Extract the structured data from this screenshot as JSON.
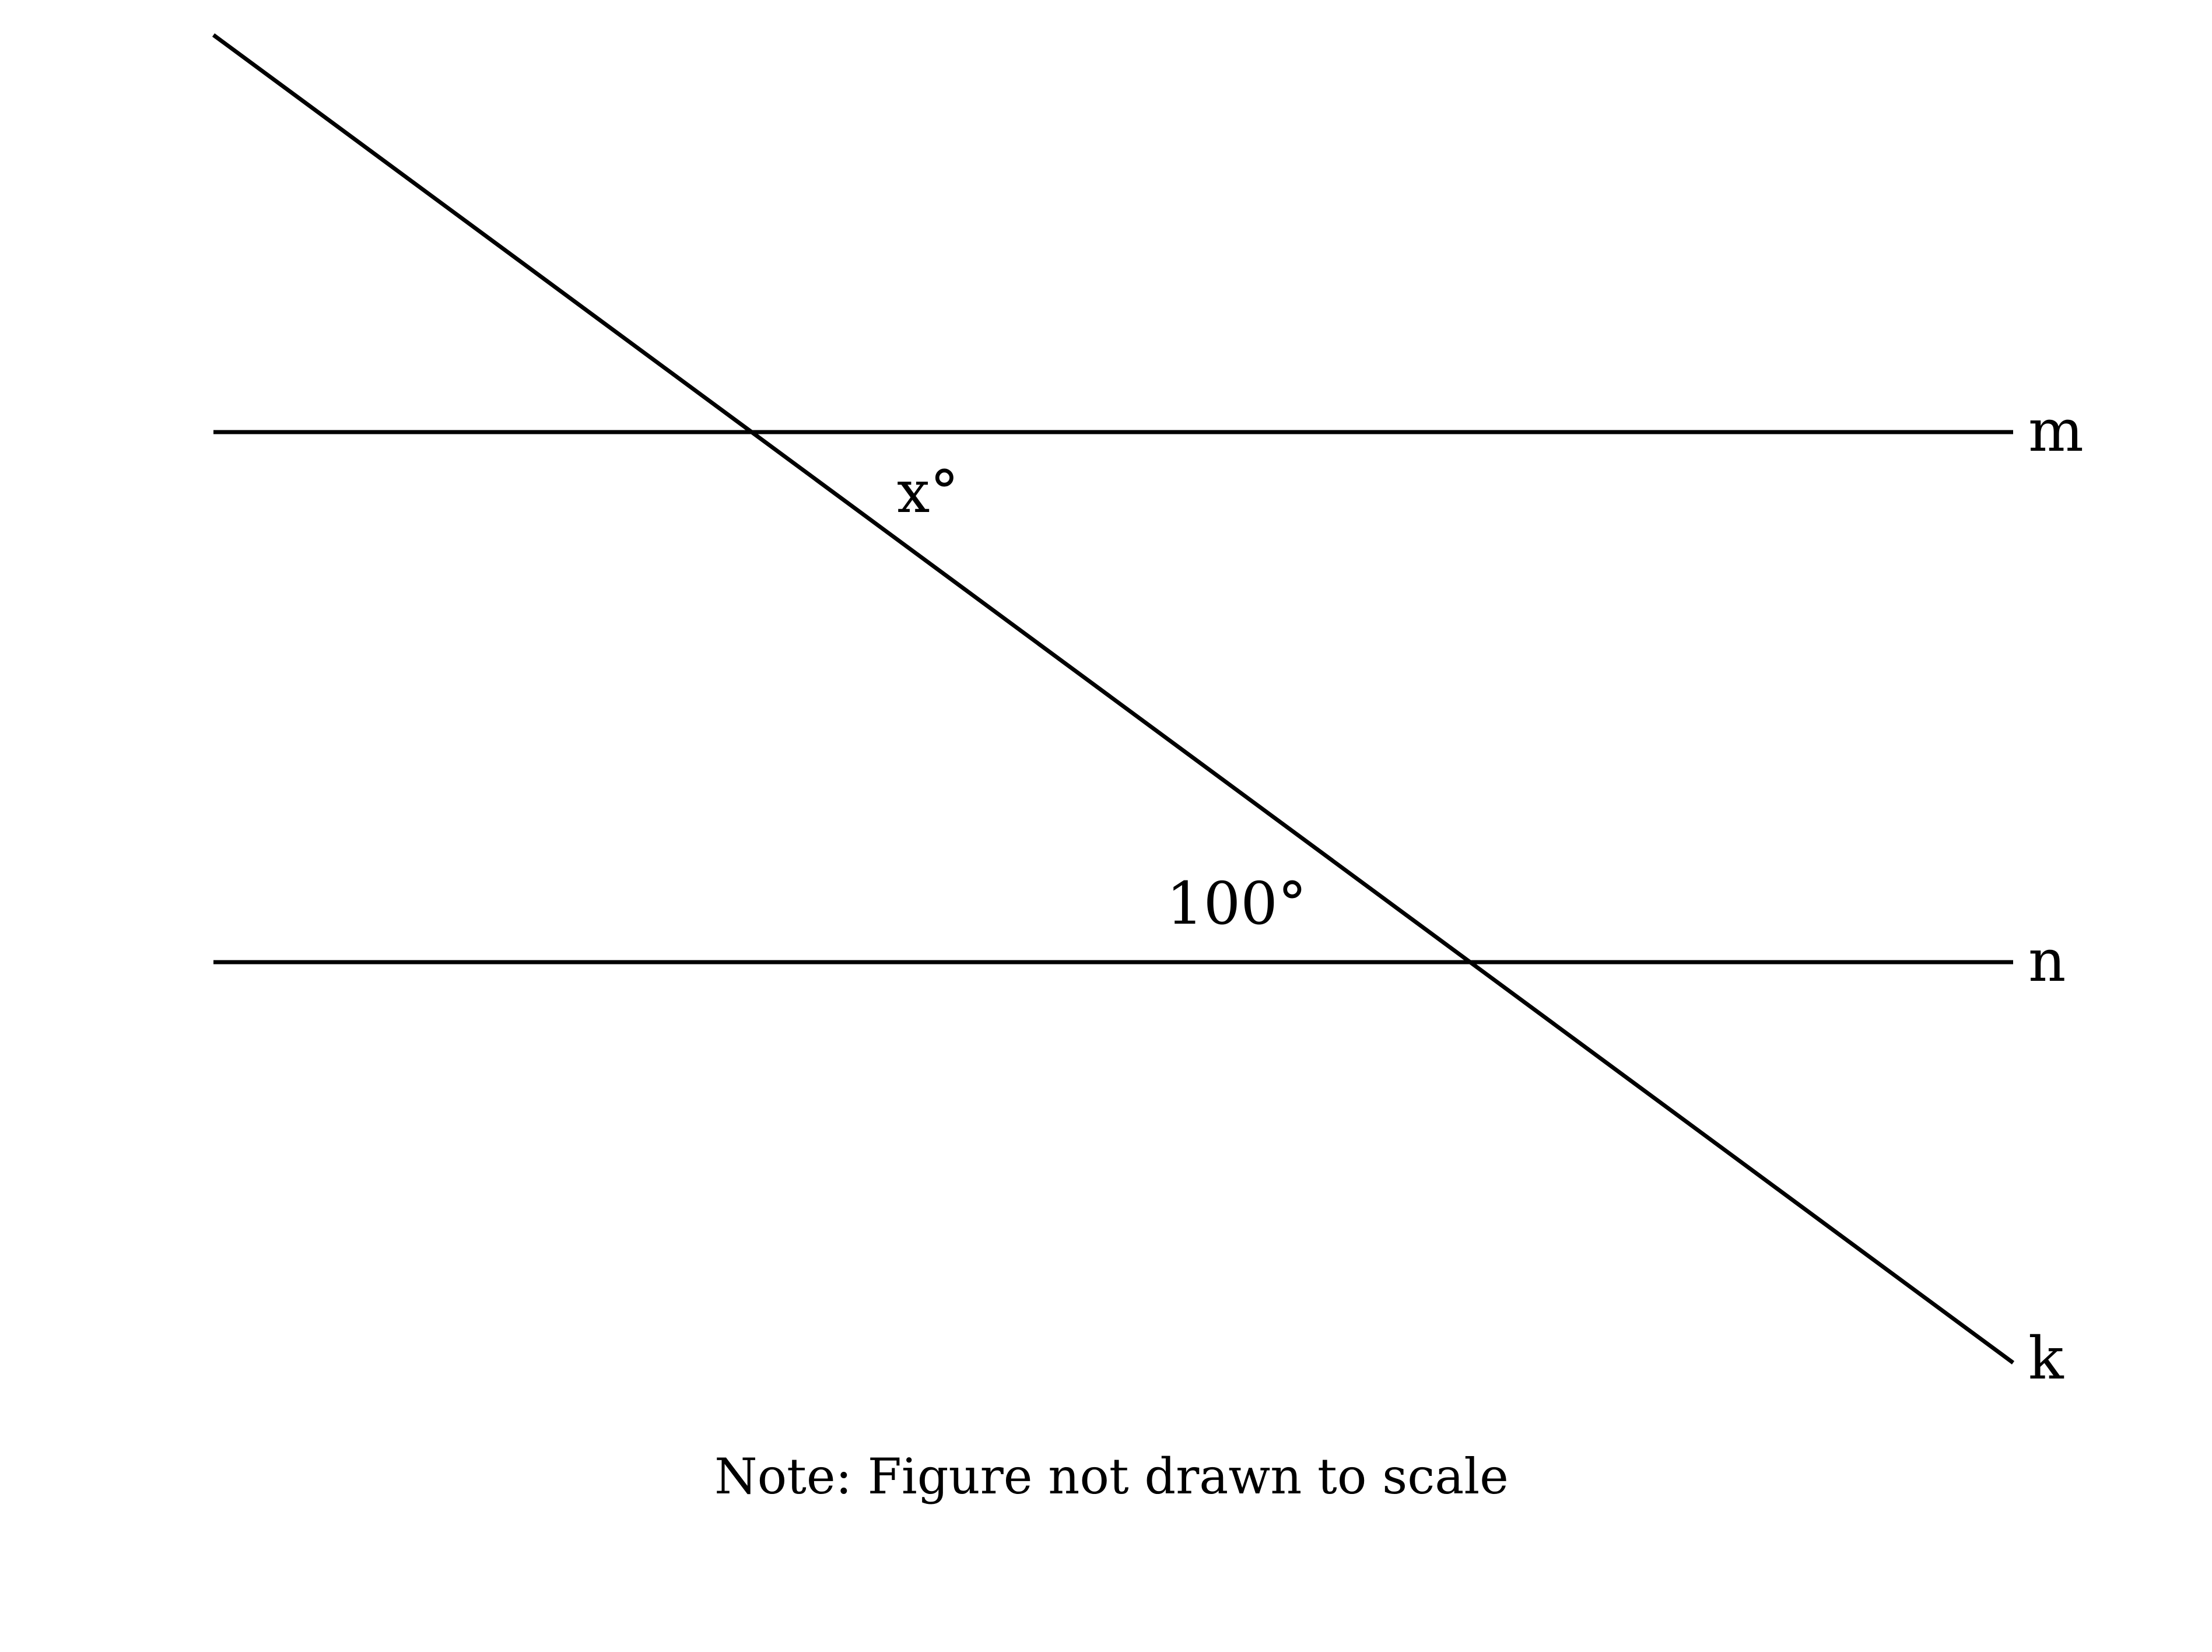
{
  "diagram": {
    "lines": {
      "m": "m",
      "n": "n",
      "k": "k"
    },
    "angles": {
      "x": "x°",
      "given": "100°"
    },
    "note": "Note: Figure not drawn to scale"
  },
  "colors": {
    "stroke": "#000000",
    "background": "#ffffff"
  }
}
